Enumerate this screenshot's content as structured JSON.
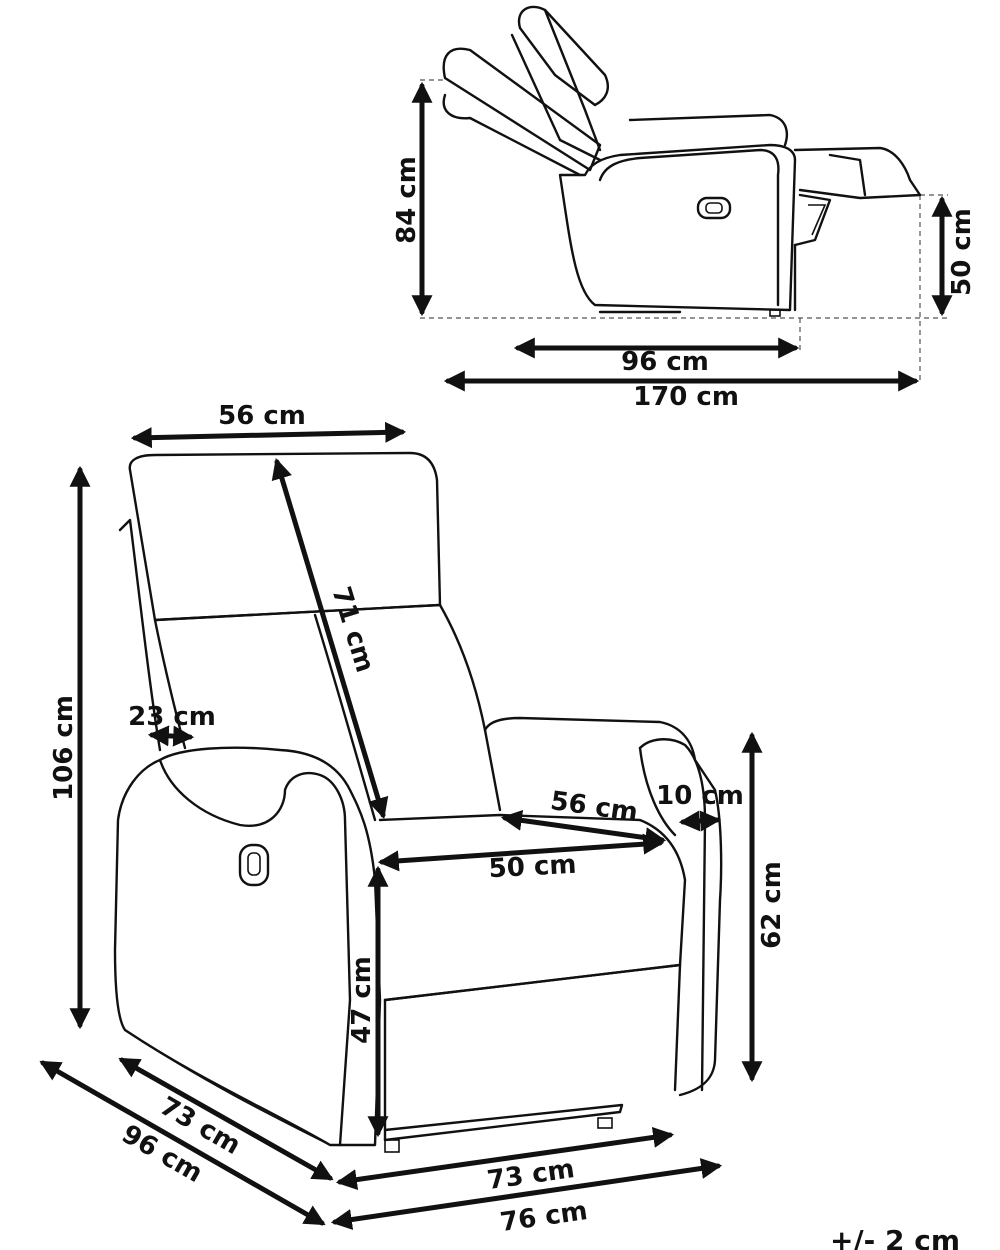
{
  "dimensions": {
    "side_height": "84 cm",
    "footrest_height": "50 cm",
    "side_depth": "96 cm",
    "reclined_length": "170 cm",
    "front_top_width": "56 cm",
    "backrest_length": "71 cm",
    "total_height": "106 cm",
    "backrest_offset": "23 cm",
    "seat_depth": "56 cm",
    "armrest_width": "10 cm",
    "seat_width": "50 cm",
    "armrest_height": "62 cm",
    "seat_height": "47 cm",
    "depth_inner": "73 cm",
    "depth_outer": "96 cm",
    "width_inner": "73 cm",
    "width_outer": "76 cm"
  },
  "tolerance": "+/- 2 cm"
}
